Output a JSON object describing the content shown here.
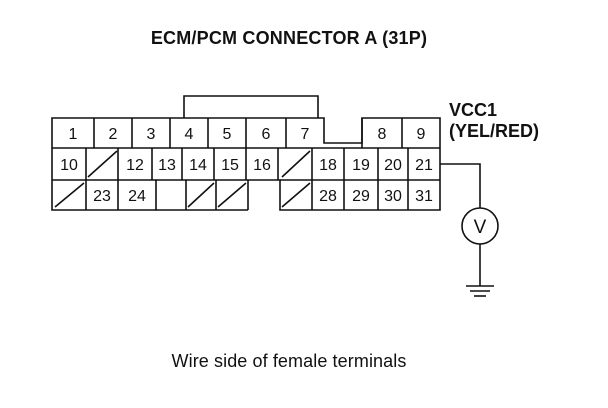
{
  "title": "ECM/PCM CONNECTOR A (31P)",
  "caption": "Wire side of female terminals",
  "probe": {
    "pin_name": "VCC1",
    "wire_color": "(YEL/RED)",
    "meter_symbol": "V"
  },
  "connector": {
    "terminals": {
      "t1": "1",
      "t2": "2",
      "t3": "3",
      "t4": "4",
      "t5": "5",
      "t6": "6",
      "t7": "7",
      "t8": "8",
      "t9": "9",
      "t10": "10",
      "t12": "12",
      "t13": "13",
      "t14": "14",
      "t15": "15",
      "t16": "16",
      "t18": "18",
      "t19": "19",
      "t20": "20",
      "t21": "21",
      "t23": "23",
      "t24": "24",
      "t28": "28",
      "t29": "29",
      "t30": "30",
      "t31": "31"
    }
  },
  "icons": {
    "voltmeter": "voltmeter-icon",
    "ground": "ground-icon"
  }
}
